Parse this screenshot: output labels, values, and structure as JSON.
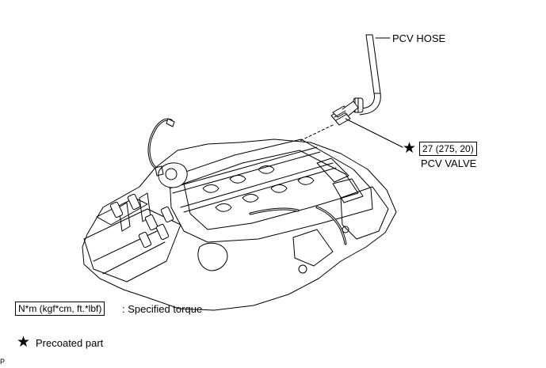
{
  "callouts": {
    "pcv_hose": "PCV HOSE",
    "torque_value": "27 (275, 20)",
    "pcv_valve": "PCV VALVE"
  },
  "legend": {
    "torque_box": "N*m (kgf*cm, ft.*lbf)",
    "torque_desc": ": Specified torque",
    "precoated_desc": "Precoated part"
  },
  "footer_code": "P",
  "symbols": {
    "star": "★"
  },
  "colors": {
    "line": "#000000",
    "background": "#ffffff"
  }
}
